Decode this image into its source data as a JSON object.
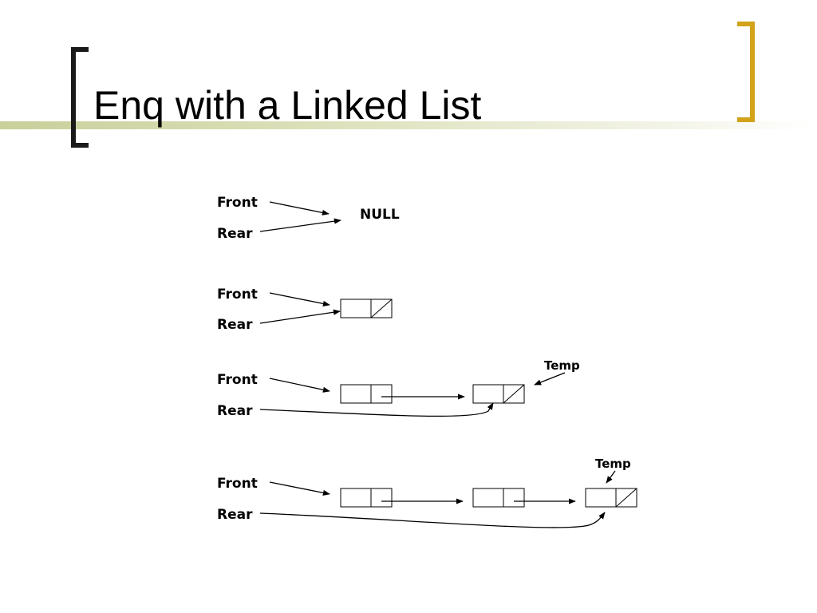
{
  "slide": {
    "title": "Enq with a Linked List"
  },
  "diagrams": [
    {
      "front_label": "Front",
      "rear_label": "Rear",
      "null_label": "NULL"
    },
    {
      "front_label": "Front",
      "rear_label": "Rear"
    },
    {
      "front_label": "Front",
      "rear_label": "Rear",
      "temp_label": "Temp"
    },
    {
      "front_label": "Front",
      "rear_label": "Rear",
      "temp_label": "Temp"
    }
  ],
  "colors": {
    "accent_bracket": "#d1a21a",
    "title_bar": "#c9cf9a",
    "line": "#000000"
  }
}
